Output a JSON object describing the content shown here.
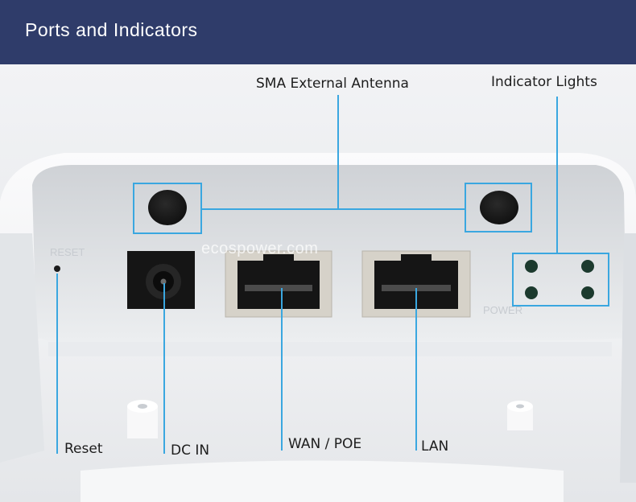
{
  "header": {
    "title": "Ports and Indicators",
    "bg_color": "#2f3c6a"
  },
  "labels": {
    "antenna": "SMA External Antenna",
    "indicator_lights": "Indicator Lights",
    "reset": "Reset",
    "dc_in": "DC IN",
    "wan_poe": "WAN / POE",
    "lan": "LAN"
  },
  "watermark": "ecospower.com",
  "colors": {
    "callout": "#3aa7e0",
    "device": "#f4f5f6",
    "port_face": "#d8d4cc",
    "led": "#1c3a2e"
  }
}
